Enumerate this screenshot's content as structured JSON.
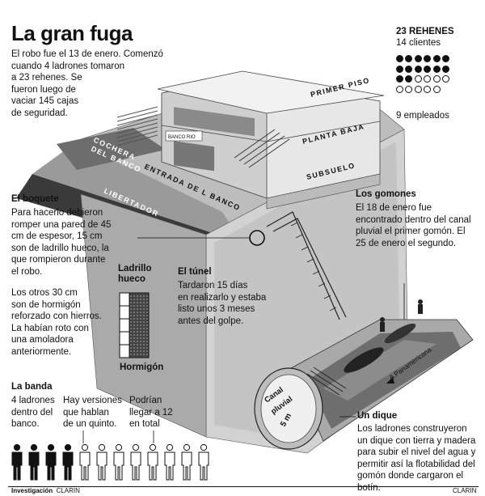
{
  "title": "La gran fuga",
  "intro": [
    "El robo fue el 13 de enero. Comenzó",
    "cuando 4 ladrones tomaron",
    "a 23 rehenes. Se",
    "fueron luego de",
    "vaciar 145 cajas",
    "de seguridad."
  ],
  "rehenes": {
    "heading": "23 REHENES",
    "clientes": "14 clientes",
    "empleados": "9 empleados",
    "rows": [
      [
        1,
        1,
        1,
        1,
        1,
        1
      ],
      [
        1,
        1,
        1,
        1,
        1,
        1
      ],
      [
        1,
        1,
        0,
        0,
        0,
        0
      ],
      [
        0,
        0,
        0,
        0,
        0
      ]
    ]
  },
  "building": {
    "primer_piso": "PRIMER PISO",
    "planta_baja": "PLANTA BAJA",
    "subsuelo": "SUBSUELO",
    "banco": "BANCO RIO",
    "cochera": [
      "COCHERA",
      "DEL BANCO"
    ],
    "entrada": "ENTRADA DE L BANCO",
    "libertador": "LIBERTADOR"
  },
  "boquete": {
    "heading": "El boquete",
    "text1": [
      "Para hacerlo debieron",
      "romper una pared de 45",
      "cm de espesor,  15 cm",
      "son de ladrillo hueco, la",
      "que rompieron durante",
      "el robo."
    ],
    "text2": [
      "Los otros 30 cm",
      "son de hormigón",
      "reforzado con hierros.",
      "La habían roto con",
      "una amoladora",
      "anteriormente."
    ]
  },
  "pared": {
    "ladrillo": [
      "Ladrillo",
      "hueco"
    ],
    "hormigon": "Hormigón"
  },
  "tunel": {
    "heading": "El túnel",
    "text": [
      "Tardaron 15 días",
      "en realizarlo y estaba",
      "listo unos 3 meses",
      "antes del golpe."
    ]
  },
  "gomones": {
    "heading": "Los gomones",
    "text": [
      "El 18 de enero fue",
      "encontrado dentro del canal",
      "pluvial el primer gomón. El",
      "25 de enero el segundo."
    ]
  },
  "canal": {
    "label1": "Canal",
    "label2": "pluvial",
    "size": "5 m",
    "panamericana": "A Panamericana"
  },
  "dique": {
    "heading": "Un dique",
    "text": [
      "Los ladrones construyeron",
      "un dique con tierra y madera",
      "para subir el nivel del agua y",
      "permitir así la flotabilidad del",
      "gomón donde cargaron el botín."
    ]
  },
  "banda": {
    "heading": "La banda",
    "col1": [
      "4 ladrones",
      "dentro del",
      "banco."
    ],
    "col2": [
      "Hay versiones",
      "que hablan",
      "de un quinto."
    ],
    "col3": [
      "Podrían",
      "llegar a 12",
      "en total"
    ],
    "figures": [
      1,
      1,
      1,
      1,
      0,
      0,
      0,
      0,
      0,
      0,
      0,
      0
    ]
  },
  "footer": {
    "left": "Investigación",
    "source_left": "CLARIN",
    "source_right": "CLARIN"
  }
}
